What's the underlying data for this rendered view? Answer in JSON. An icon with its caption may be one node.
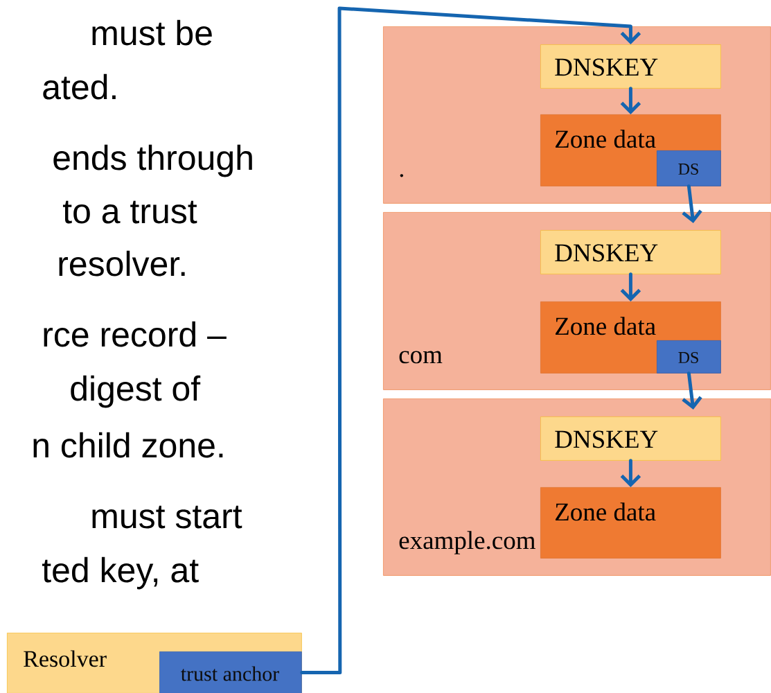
{
  "diagram": {
    "nodes": [
      {
        "text": [
          "."
        ]
      },
      {
        "text": [
          "DNSKEY"
        ],
        "in": 0
      },
      {
        "text": [
          "Zone data"
        ],
        "in": 0
      },
      {
        "text": [
          "DS"
        ],
        "in": 2
      },
      {
        "text": [
          "com"
        ]
      },
      {
        "text": [
          "DNSKEY"
        ],
        "in": 4
      },
      {
        "text": [
          "Zone data"
        ],
        "in": 4
      },
      {
        "text": [
          "DS"
        ],
        "in": 6
      },
      {
        "text": [
          "example.com"
        ]
      },
      {
        "text": [
          "DNSKEY"
        ],
        "in": 8
      },
      {
        "text": [
          "Zone data"
        ],
        "in": 8
      },
      {
        "text": [
          "Resolver"
        ]
      },
      {
        "text": [
          "trust anchor"
        ],
        "in": 11
      }
    ],
    "edges": [
      {
        "from": 12,
        "to": 1,
        "arrow": "to"
      },
      {
        "from": 1,
        "to": 2,
        "arrow": "to"
      },
      {
        "from": 3,
        "to": 5,
        "arrow": "to"
      },
      {
        "from": 5,
        "to": 6,
        "arrow": "to"
      },
      {
        "from": 7,
        "to": 9,
        "arrow": "to"
      },
      {
        "from": 9,
        "to": 10,
        "arrow": "to"
      }
    ],
    "labels": [
      "must be",
      "ated.",
      "ends through",
      "to a trust",
      "resolver.",
      "rce record –",
      "digest of",
      "n child zone.",
      "must start",
      "ted key, at"
    ]
  }
}
